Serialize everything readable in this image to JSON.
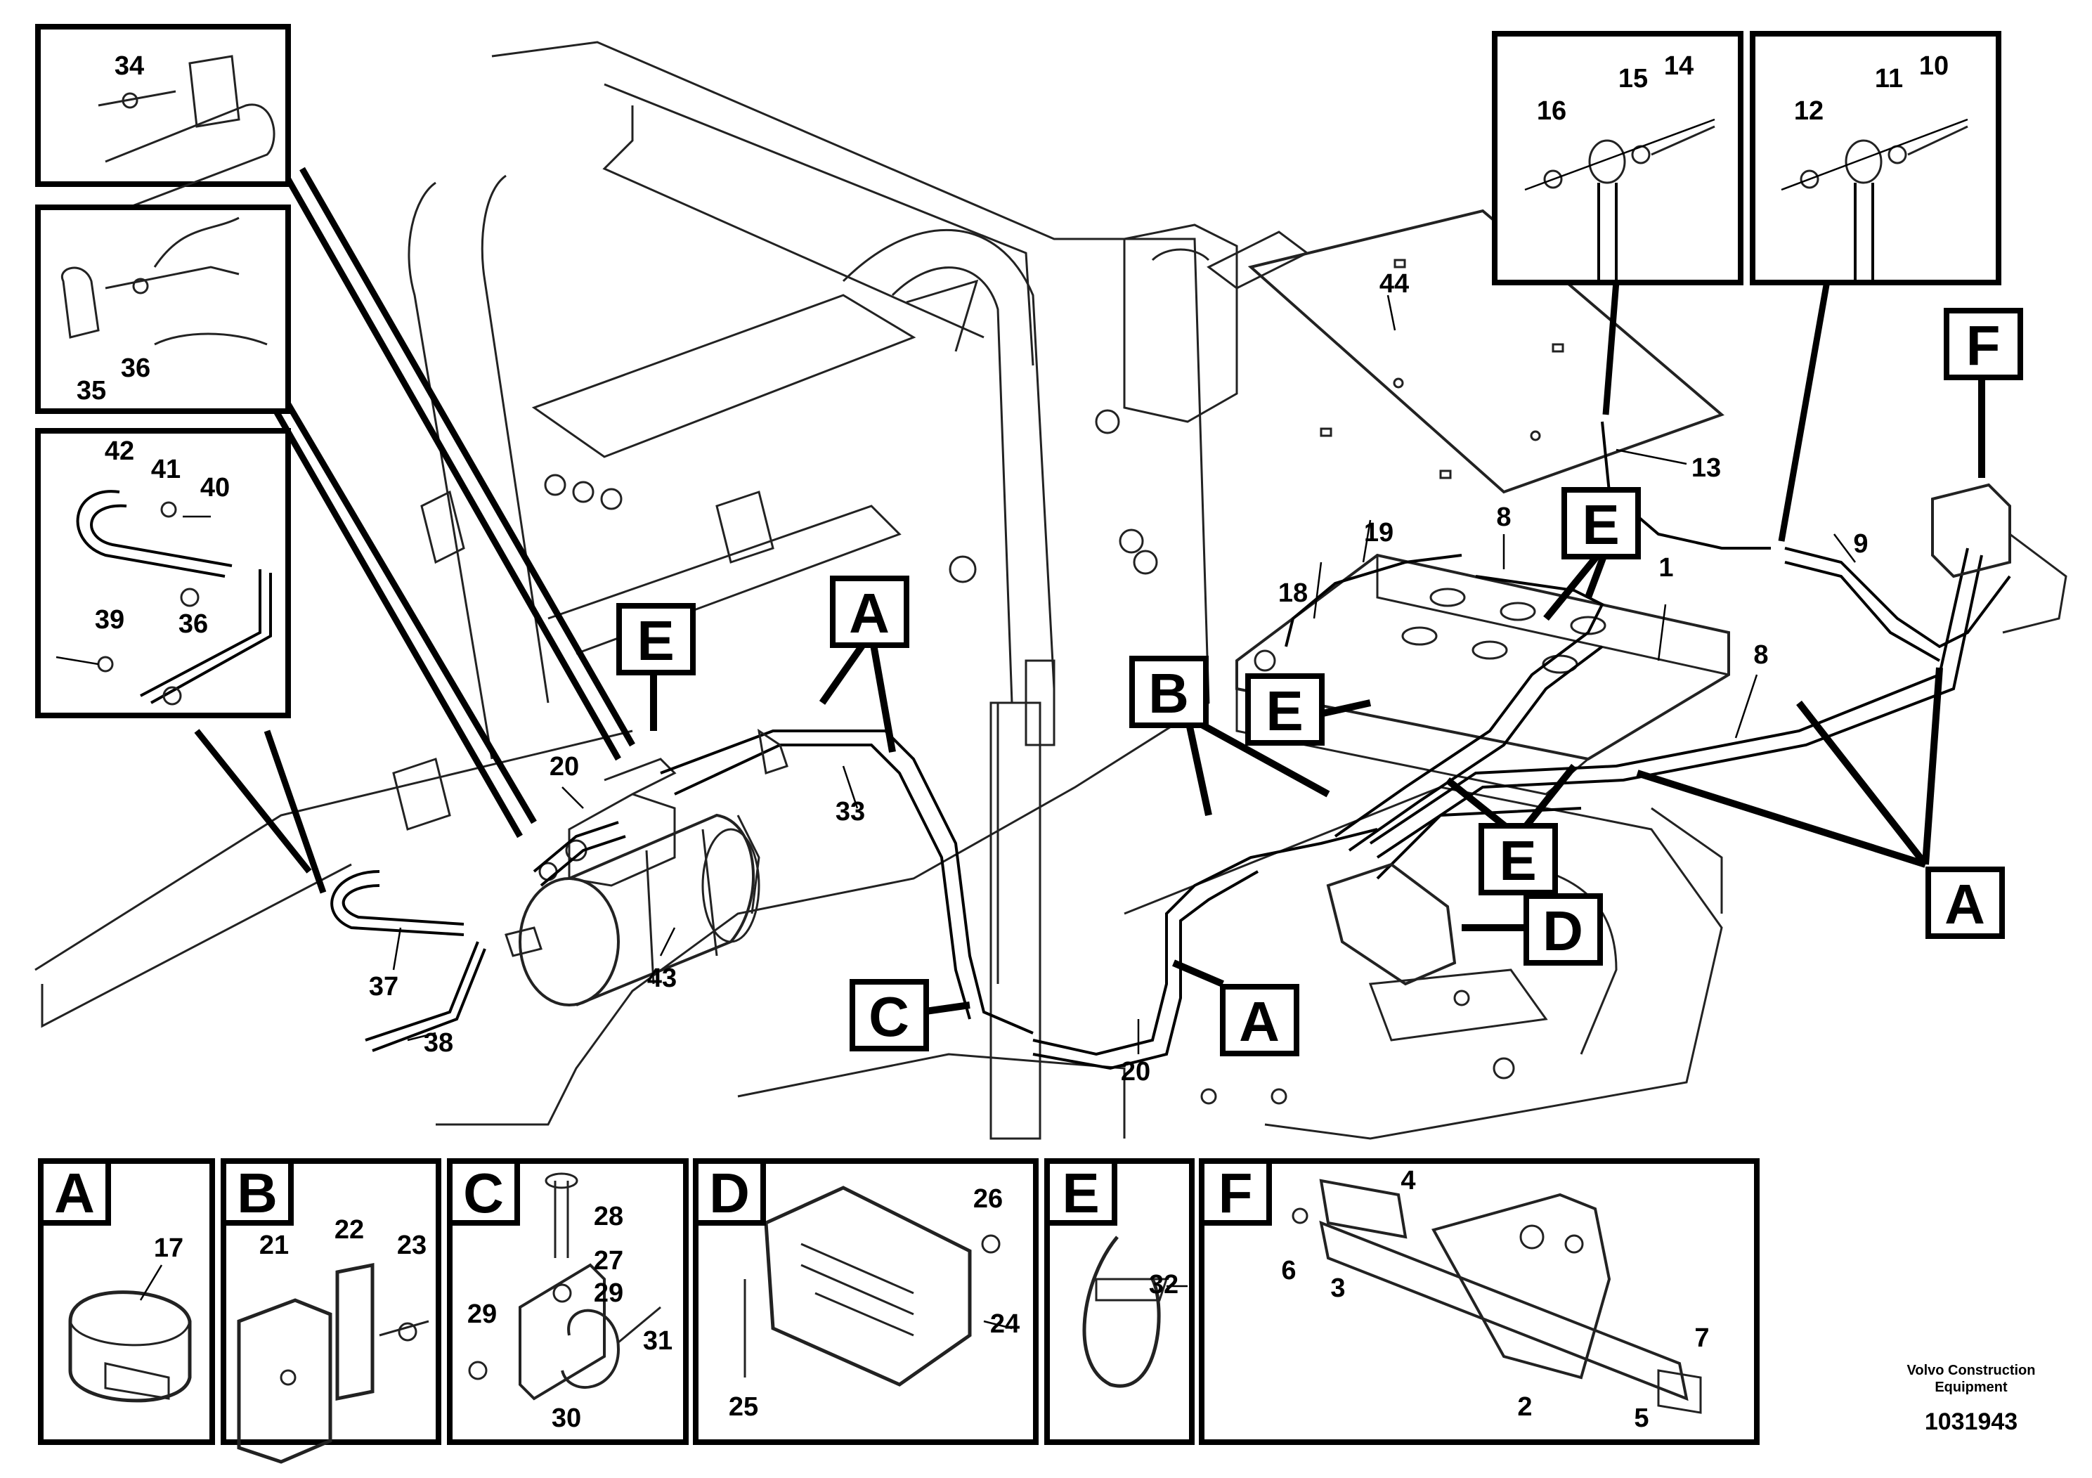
{
  "callouts": {
    "n1": "1",
    "n2": "2",
    "n3": "3",
    "n4": "4",
    "n5": "5",
    "n6": "6",
    "n7": "7",
    "n8a": "8",
    "n8b": "8",
    "n9": "9",
    "n10": "10",
    "n11": "11",
    "n12": "12",
    "n13": "13",
    "n14": "14",
    "n15": "15",
    "n16": "16",
    "n17": "17",
    "n18": "18",
    "n19": "19",
    "n20a": "20",
    "n20b": "20",
    "n21": "21",
    "n22": "22",
    "n23": "23",
    "n24": "24",
    "n25": "25",
    "n26": "26",
    "n27": "27",
    "n28": "28",
    "n29a": "29",
    "n29b": "29",
    "n30": "30",
    "n31": "31",
    "n32": "32",
    "n33": "33",
    "n34": "34",
    "n35": "35",
    "n36a": "36",
    "n36b": "36",
    "n37": "37",
    "n38": "38",
    "n39": "39",
    "n40": "40",
    "n41": "41",
    "n42": "42",
    "n43": "43",
    "n44": "44"
  },
  "detail_letters": {
    "A": "A",
    "B": "B",
    "C": "C",
    "D": "D",
    "E": "E",
    "F": "F"
  },
  "footer": {
    "brand_line1": "Volvo Construction",
    "brand_line2": "Equipment",
    "drawing_number": "1031943"
  }
}
